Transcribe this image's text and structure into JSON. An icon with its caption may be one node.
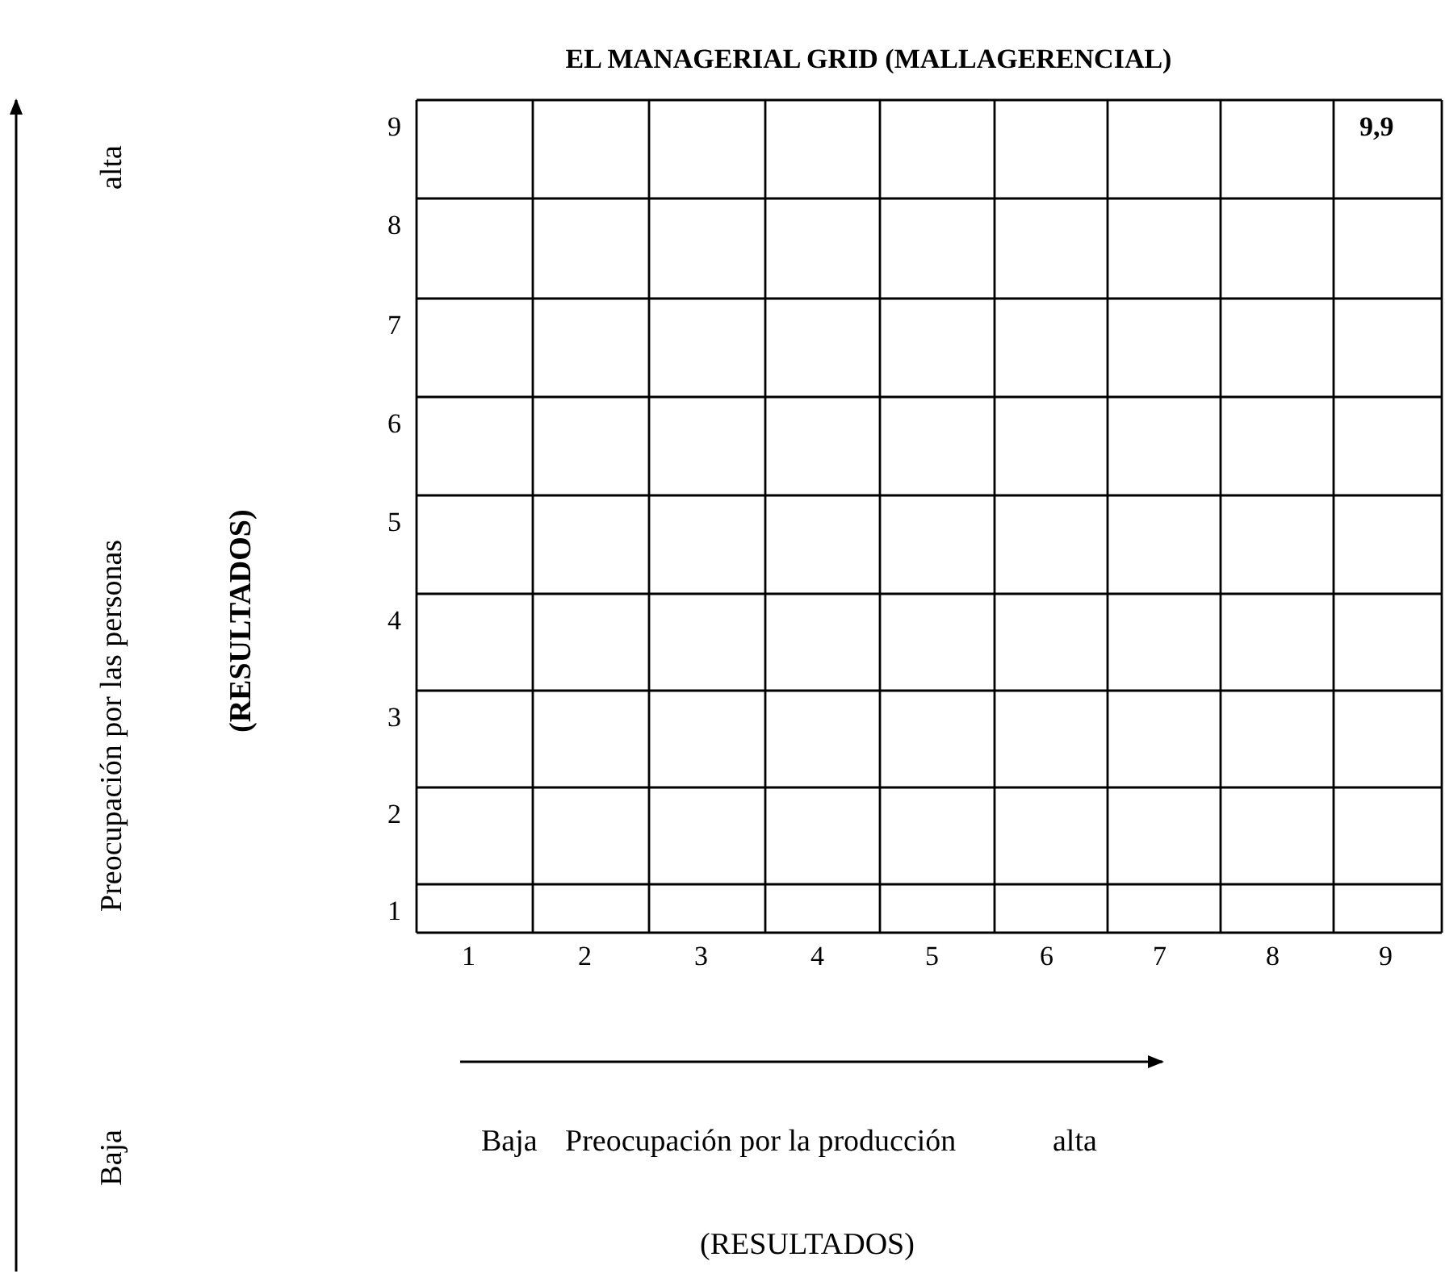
{
  "diagram": {
    "title": "EL MANAGERIAL GRID (MALLAGERENCIAL)",
    "labels": [
      "Baja",
      "Preocupación por las personas",
      "alta",
      "(RESULTADOS)",
      "9",
      "8",
      "7",
      "6",
      "5",
      "4",
      "3",
      "2",
      "1",
      "9,9",
      "1",
      "2",
      "3",
      "4",
      "5",
      "6",
      "7",
      "8",
      "9",
      "Baja",
      "Preocupación por la producción",
      "alta",
      "(RESULTADOS)"
    ]
  }
}
